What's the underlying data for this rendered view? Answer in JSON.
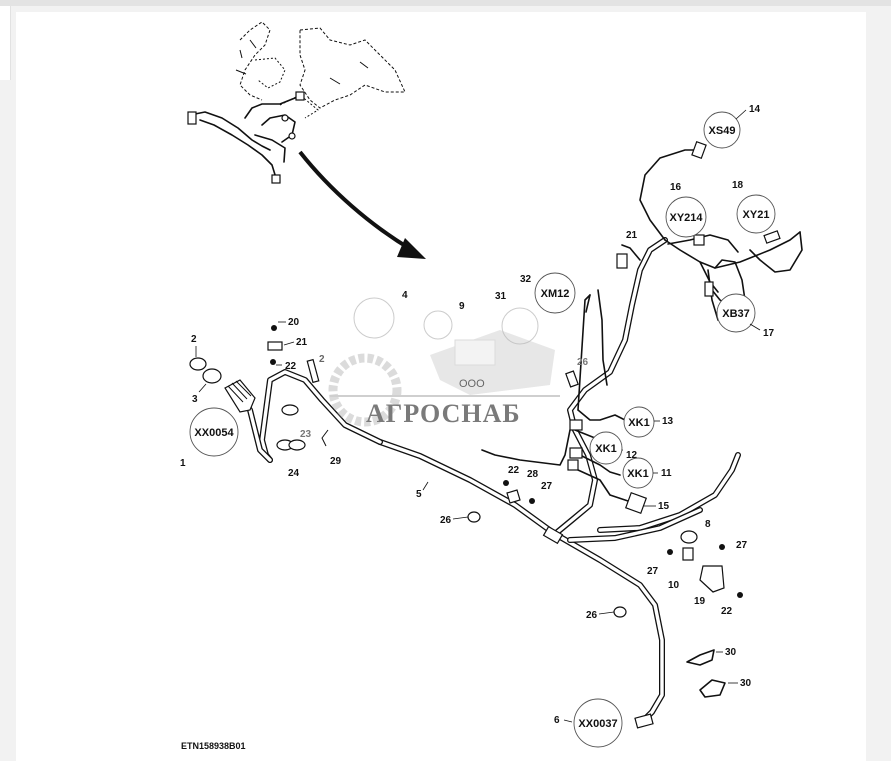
{
  "figure_code": "ETN158938B01",
  "watermark": {
    "company_form": "ООО",
    "company_name": "АГРОСНАБ"
  },
  "connectors": [
    {
      "id": "xs49",
      "code": "XS49",
      "number": "14"
    },
    {
      "id": "xy214",
      "code": "XY214",
      "number": "16"
    },
    {
      "id": "xy21",
      "code": "XY21",
      "number": "18"
    },
    {
      "id": "xb37",
      "code": "XB37",
      "number": "17"
    },
    {
      "id": "xm12",
      "code": "XM12",
      "number": "32"
    },
    {
      "id": "xk1a",
      "code": "XK1",
      "number": "13"
    },
    {
      "id": "xk1b",
      "code": "XK1",
      "number": "12"
    },
    {
      "id": "xk1c",
      "code": "XK1",
      "number": "11"
    },
    {
      "id": "xx0054",
      "code": "XX0054",
      "number": "1"
    },
    {
      "id": "xx0037",
      "code": "XX0037",
      "number": "6"
    }
  ],
  "part_labels": {
    "p2a": "2",
    "p3": "3",
    "p20": "20",
    "p21a": "21",
    "p22a": "22",
    "p2b": "2",
    "p23": "23",
    "p24": "24",
    "p29": "29",
    "p4": "4",
    "p9": "9",
    "p31": "31",
    "p21b": "21",
    "p26a": "26",
    "p5": "5",
    "p22b": "22",
    "p28": "28",
    "p27a": "27",
    "p26b": "26",
    "p15": "15",
    "p8": "8",
    "p27b": "27",
    "p27c": "27",
    "p10": "10",
    "p19": "19",
    "p22c": "22",
    "p26c": "26",
    "p30a": "30",
    "p30b": "30"
  }
}
